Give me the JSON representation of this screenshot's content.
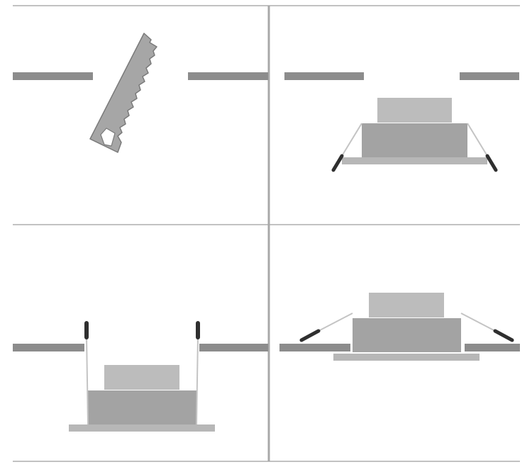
{
  "diagram": {
    "steps": [
      {
        "step": 1,
        "action": "cut-ceiling-hole",
        "objects": [
          "ceiling-panel-left",
          "ceiling-panel-right",
          "hand-saw"
        ]
      },
      {
        "step": 2,
        "action": "prepare-downlight",
        "objects": [
          "ceiling-panel-left",
          "ceiling-panel-right",
          "downlight-driver",
          "downlight-body",
          "downlight-trim",
          "spring-clip-left",
          "spring-clip-right"
        ]
      },
      {
        "step": 3,
        "action": "raise-spring-clips-and-insert",
        "objects": [
          "ceiling-panel-left",
          "ceiling-panel-right",
          "downlight-driver",
          "downlight-body",
          "downlight-trim",
          "spring-clip-left",
          "spring-clip-right"
        ]
      },
      {
        "step": 4,
        "action": "release-clips-installed",
        "objects": [
          "ceiling-panel-left",
          "ceiling-panel-right",
          "downlight-driver",
          "downlight-body",
          "downlight-trim",
          "spring-clip-left",
          "spring-clip-right"
        ]
      }
    ],
    "colors": {
      "frame_line": "#9d9d9d",
      "divider": "#a8a8a8",
      "ceiling": "#8c8c8c",
      "saw_blade": "#a6a6a6",
      "saw_outline": "#7a7a7a",
      "driver": "#bcbcbc",
      "body": "#a3a3a3",
      "trim": "#b7b7b7",
      "clip_wire": "#c4c4c4",
      "clip_tip": "#2f2f2f",
      "clip_tip_light": "#6a6a6a",
      "background": "#ffffff"
    }
  }
}
